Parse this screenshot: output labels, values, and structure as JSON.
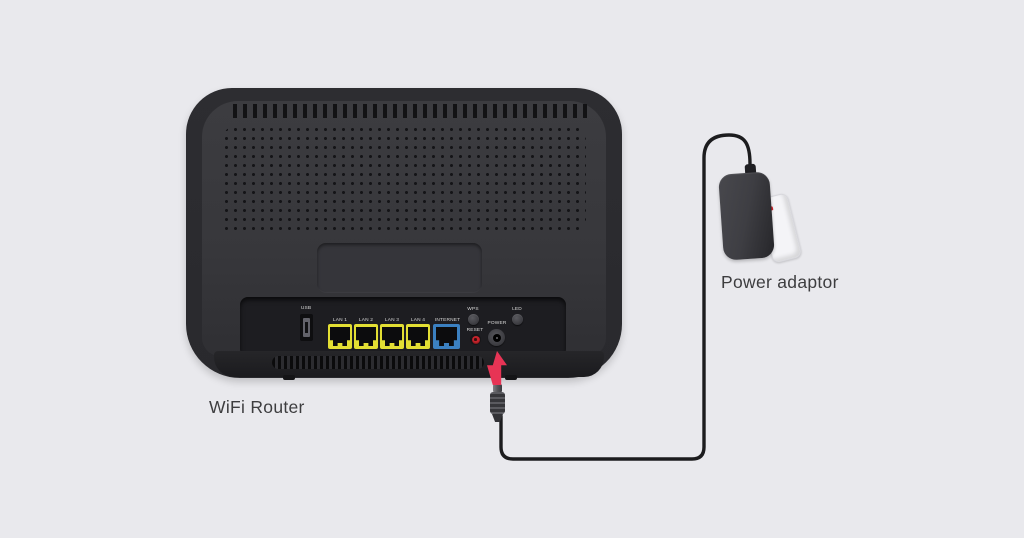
{
  "captions": {
    "router": "WiFi Router",
    "adaptor": "Power adaptor"
  },
  "router": {
    "usb_label": "USB",
    "lan_labels": [
      "LAN 1",
      "LAN 2",
      "LAN 3",
      "LAN 4"
    ],
    "internet_label": "INTERNET",
    "wps_label": "WPS",
    "led_label": "LED",
    "reset_label": "RESET",
    "power_label": "POWER"
  },
  "colors": {
    "background": "#e9e9ed",
    "router_body": "#2b2b2f",
    "lan_port": "#e3df33",
    "internet_port": "#3b80c0",
    "reset_button": "#c6242c",
    "arrow": "#e73455",
    "cable": "#1c1c1e",
    "adaptor_red_mark": "#d2232a"
  }
}
